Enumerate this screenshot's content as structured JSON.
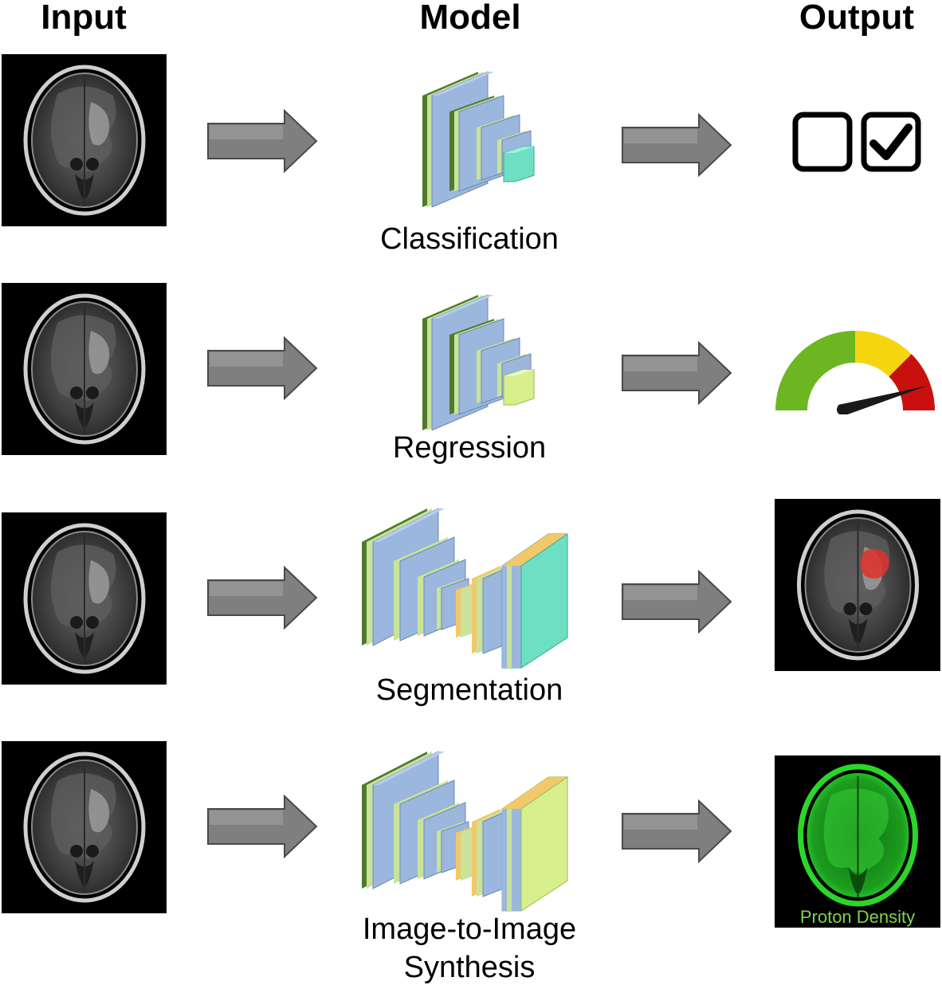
{
  "headers": {
    "input": "Input",
    "model": "Model",
    "output": "Output"
  },
  "rows": [
    {
      "model_label": "Classification",
      "output_type": "checkbox-icons"
    },
    {
      "model_label": "Regression",
      "output_type": "gauge-icon"
    },
    {
      "model_label": "Segmentation",
      "output_type": "segmented-mri"
    },
    {
      "model_label_line1": "Image-to-Image",
      "model_label_line2": "Synthesis",
      "output_type": "synthesized-mri",
      "output_caption": "Proton Density"
    }
  ],
  "colors": {
    "arrow": "#7f7f7f",
    "layer_blue": "#9bb7dd",
    "layer_green": "#c9e39a",
    "layer_dark_green": "#4f7a2c",
    "classification_head": "#6de0c4",
    "regression_head": "#d7ef8c",
    "segmentation_out": "#6de0c4",
    "synthesis_out": "#d7ef8c",
    "decoder_yellow": "#f1c86b",
    "gauge_green": "#6cb622",
    "gauge_yellow": "#f5d60e",
    "gauge_red": "#c8110f",
    "seg_red": "#e0302a",
    "pd_green": "#2bd62b"
  }
}
